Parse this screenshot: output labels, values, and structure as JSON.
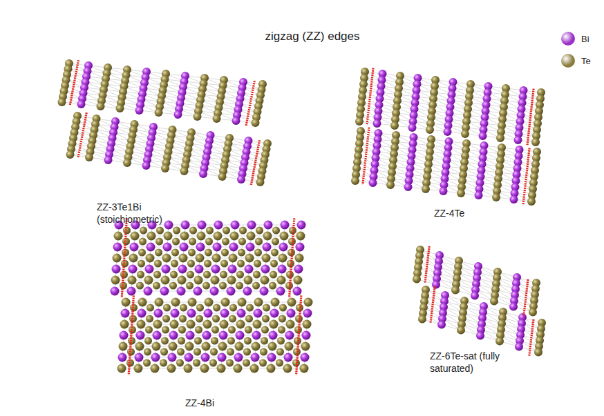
{
  "diagram": {
    "title": "zigzag (ZZ) edges",
    "labels": [
      "ZZ-3Te1Bi (stoichiometric)",
      "ZZ-4Te",
      "ZZ-4Bi",
      "ZZ-6Te-sat (fully saturated)"
    ],
    "legend": [
      {
        "text": "Bi",
        "color": "#9b30c8"
      },
      {
        "text": "Te",
        "color": "#8b7d3e"
      }
    ]
  }
}
